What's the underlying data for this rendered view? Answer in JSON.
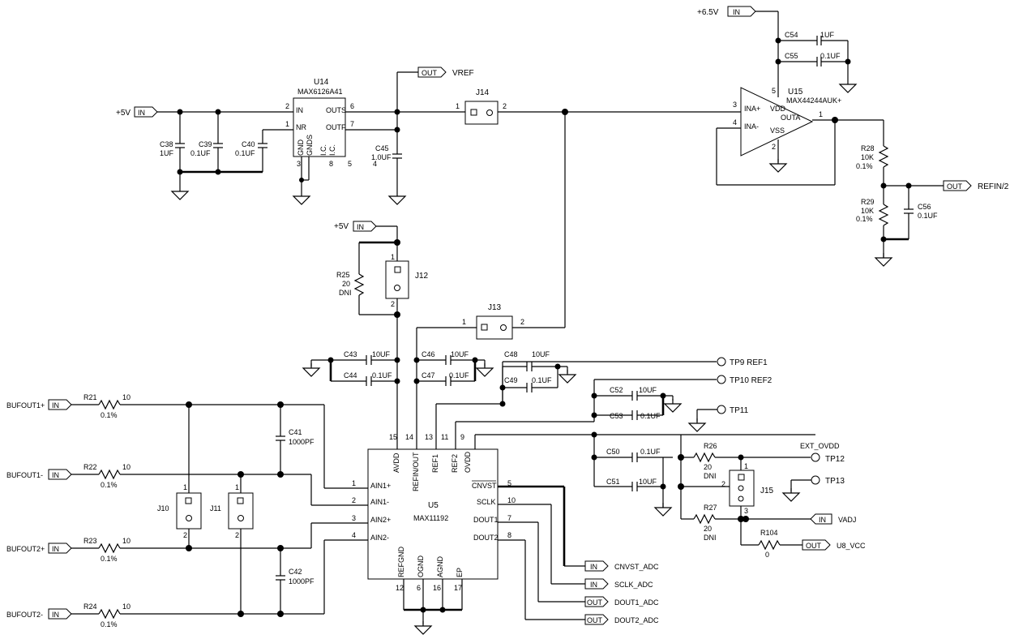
{
  "u14": {
    "ref": "U14",
    "part": "MAX6126A41",
    "pins": {
      "in": "IN",
      "nr": "NR",
      "outs": "OUTS",
      "outf": "OUTF",
      "gnd": "GND",
      "gnds": "GNDS",
      "ic1": "I.C.",
      "ic2": "I.C."
    },
    "pin_numbers": {
      "in": "2",
      "nr": "1",
      "outs": "6",
      "outf": "7",
      "gnd": "3",
      "gnds": "8",
      "ic2": "5"
    }
  },
  "u15": {
    "ref": "U15",
    "part": "MAX44244AUK+",
    "pins": {
      "vdd": "VDD",
      "inap": "INA+",
      "inan": "INA-",
      "outa": "OUTA",
      "vss": "VSS"
    },
    "pin_numbers": {
      "vdd": "5",
      "inap": "3",
      "inan": "4",
      "outa": "1",
      "vss": "2"
    }
  },
  "u5": {
    "ref": "U5",
    "part": "MAX11192",
    "pins": {
      "avdd": "AVDD",
      "refinout": "REFIN/OUT",
      "ref1": "REF1",
      "ref2": "REF2",
      "ovdd": "OVDD",
      "ain1p": "AIN1+",
      "ain1n": "AIN1-",
      "ain2p": "AIN2+",
      "ain2n": "AIN2-",
      "cnvst": "CNVST",
      "sclk": "SCLK",
      "dout1": "DOUT1",
      "dout2": "DOUT2",
      "refgnd": "REFGND",
      "ognd": "OGND",
      "agnd": "AGND",
      "ep": "EP"
    },
    "pin_numbers": {
      "avdd": "15",
      "refinout": "14",
      "ref1": "13",
      "ref2": "11",
      "ovdd": "9",
      "ain1p": "1",
      "ain1n": "2",
      "ain2p": "3",
      "ain2n": "4",
      "cnvst": "5",
      "sclk": "10",
      "dout1": "7",
      "dout2": "8",
      "refgnd": "12",
      "ognd": "6",
      "agnd": "16",
      "ep": "17"
    }
  },
  "ports": {
    "in_label": "IN",
    "out_label": "OUT",
    "p5v_top": "+5V",
    "p5v_mid": "+5V",
    "p6v5": "+6.5V",
    "vref": "VREF",
    "refin2": "REFIN/2",
    "bufout1p": "BUFOUT1+",
    "bufout1n": "BUFOUT1-",
    "bufout2p": "BUFOUT2+",
    "bufout2n": "BUFOUT2-",
    "cnvst_adc": "CNVST_ADC",
    "sclk_adc": "SCLK_ADC",
    "dout1_adc": "DOUT1_ADC",
    "dout2_adc": "DOUT2_ADC",
    "vadj": "VADJ",
    "u8_vcc": "U8_VCC",
    "ext_ovdd": "EXT_OVDD"
  },
  "caps": {
    "c38": {
      "ref": "C38",
      "value": "1UF"
    },
    "c39": {
      "ref": "C39",
      "value": "0.1UF"
    },
    "c40": {
      "ref": "C40",
      "value": "0.1UF"
    },
    "c45": {
      "ref": "C45",
      "value": "1.0UF",
      "pin": "4"
    },
    "c54": {
      "ref": "C54",
      "value": "1UF"
    },
    "c55": {
      "ref": "C55",
      "value": "0.1UF"
    },
    "c56": {
      "ref": "C56",
      "value": "0.1UF"
    },
    "c43": {
      "ref": "C43",
      "value": "10UF"
    },
    "c44": {
      "ref": "C44",
      "value": "0.1UF"
    },
    "c46": {
      "ref": "C46",
      "value": "10UF"
    },
    "c47": {
      "ref": "C47",
      "value": "0.1UF"
    },
    "c48": {
      "ref": "C48",
      "value": "10UF"
    },
    "c49": {
      "ref": "C49",
      "value": "0.1UF"
    },
    "c52": {
      "ref": "C52",
      "value": "10UF"
    },
    "c53": {
      "ref": "C53",
      "value": "0.1UF"
    },
    "c50": {
      "ref": "C50",
      "value": "0.1UF"
    },
    "c51": {
      "ref": "C51",
      "value": "10UF"
    },
    "c41": {
      "ref": "C41",
      "value": "1000PF"
    },
    "c42": {
      "ref": "C42",
      "value": "1000PF"
    }
  },
  "resistors": {
    "r21": {
      "ref": "R21",
      "value": "10",
      "tol": "0.1%"
    },
    "r22": {
      "ref": "R22",
      "value": "10",
      "tol": "0.1%"
    },
    "r23": {
      "ref": "R23",
      "value": "10",
      "tol": "0.1%"
    },
    "r24": {
      "ref": "R24",
      "value": "10",
      "tol": "0.1%"
    },
    "r25": {
      "ref": "R25",
      "value": "20",
      "dni": "DNI"
    },
    "r26": {
      "ref": "R26",
      "value": "20",
      "dni": "DNI"
    },
    "r27": {
      "ref": "R27",
      "value": "20",
      "dni": "DNI"
    },
    "r28": {
      "ref": "R28",
      "value": "10K",
      "tol": "0.1%"
    },
    "r29": {
      "ref": "R29",
      "value": "10K",
      "tol": "0.1%"
    },
    "r104": {
      "ref": "R104",
      "value": "0"
    }
  },
  "jumpers": {
    "j10": "J10",
    "j11": "J11",
    "j12": "J12",
    "j13": "J13",
    "j14": "J14",
    "j15": "J15",
    "pin1": "1",
    "pin2": "2",
    "pin3": "3"
  },
  "testpoints": {
    "tp9": "TP9 REF1",
    "tp10": "TP10 REF2",
    "tp11": "TP11",
    "tp12": "TP12",
    "tp13": "TP13"
  }
}
